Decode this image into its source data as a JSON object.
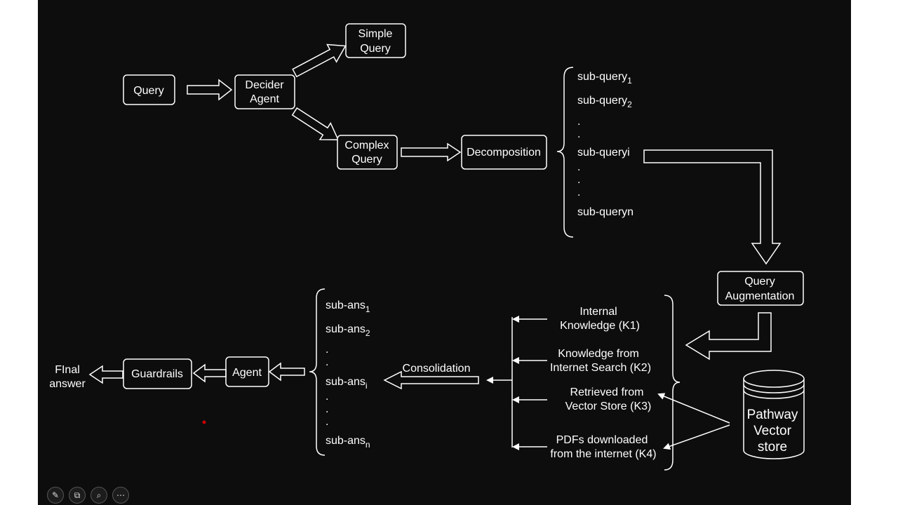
{
  "nodes": {
    "query": "Query",
    "decider_1": "Decider",
    "decider_2": "Agent",
    "simple_1": "Simple",
    "simple_2": "Query",
    "complex_1": "Complex",
    "complex_2": "Query",
    "decomposition": "Decomposition",
    "qa_1": "Query",
    "qa_2": "Augmentation",
    "consolidation": "Consolidation",
    "agent": "Agent",
    "guardrails": "Guardrails",
    "final_1": "FInal",
    "final_2": "answer",
    "pathway_1": "Pathway",
    "pathway_2": "Vector",
    "pathway_3": "store"
  },
  "subqueries": {
    "base": "sub-query",
    "sub1": "1",
    "sub2": "2",
    "item_i": "sub-queryi",
    "item_n": "sub-queryn",
    "dot": "."
  },
  "subanswers": {
    "base": "sub-ans",
    "sub1": "1",
    "sub2": "2",
    "subi": "i",
    "subn": "n",
    "dot": "."
  },
  "knowledge": {
    "k1_1": "Internal",
    "k1_2": "Knowledge (K1)",
    "k2_1": "Knowledge from",
    "k2_2": "Internet Search (K2)",
    "k3_1": "Retrieved from",
    "k3_2": "Vector Store (K3)",
    "k4_1": "PDFs downloaded",
    "k4_2": "from the internet (K4)"
  },
  "toolbar": {
    "icons": [
      "pen-icon",
      "slides-icon",
      "zoom-icon",
      "more-icon"
    ],
    "glyph_pen": "✎",
    "glyph_slides": "⧉",
    "glyph_zoom": "⌕",
    "glyph_more": "⋯"
  },
  "colors": {
    "background": "#0d0d0d",
    "foreground": "#ffffff",
    "page": "#ffffff",
    "cursor": "#cc0000"
  }
}
